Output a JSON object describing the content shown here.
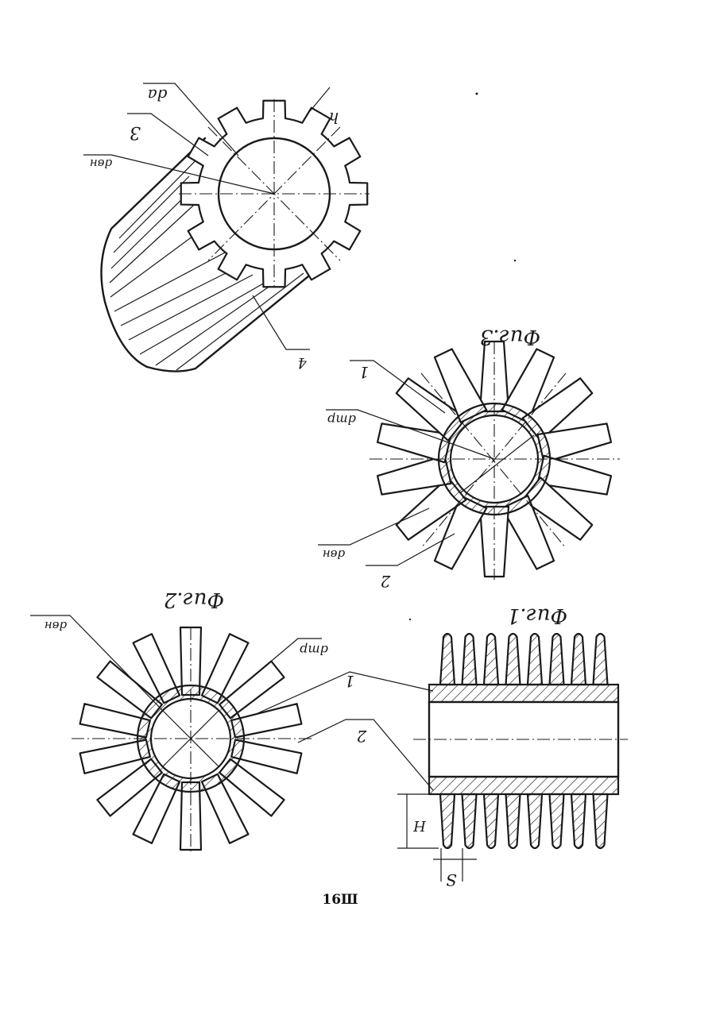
{
  "page": {
    "number": "16Ш"
  },
  "figures": {
    "fig1": {
      "caption": "Фиг.1",
      "labels": {
        "part1": "1",
        "part2": "2",
        "height": "H",
        "pitch": "S"
      }
    },
    "fig2": {
      "caption": "Фиг.2",
      "labels": {
        "d_outer": "dвн",
        "d_pipe": "dтр"
      }
    },
    "fig3": {
      "caption": "Фиг.3",
      "labels": {
        "part1": "1",
        "part2": "2",
        "d_pipe": "dтр",
        "d_inner": "dвн"
      }
    },
    "fig4": {
      "labels": {
        "d_a": "dа",
        "part3": "3",
        "d_inner": "dвн",
        "h": "h",
        "part4": "4"
      }
    }
  }
}
